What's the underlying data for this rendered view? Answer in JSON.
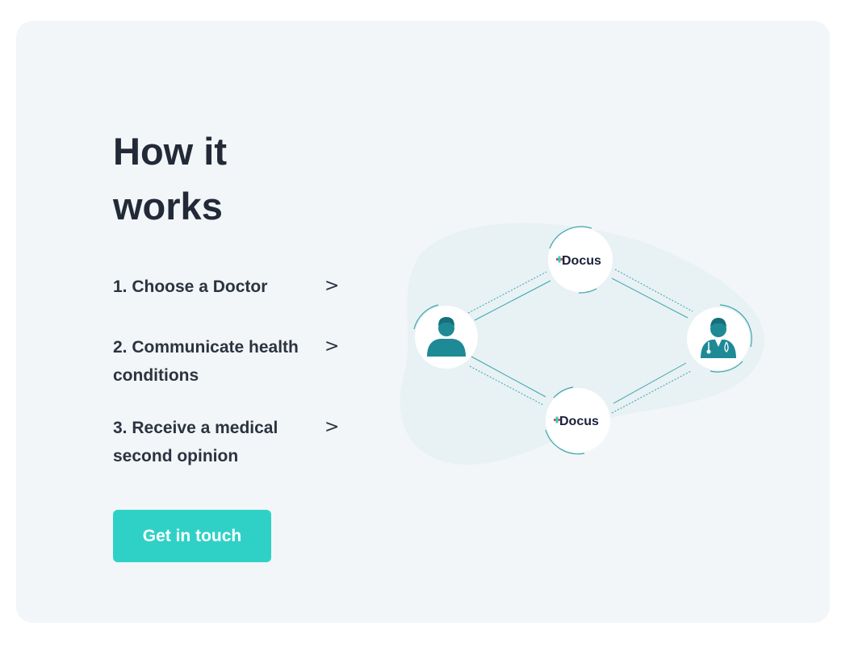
{
  "section": {
    "title": "How it works"
  },
  "steps": [
    {
      "label": "1. Choose a Doctor",
      "icon": "chevron-right-icon"
    },
    {
      "label": "2. Communicate health conditions",
      "icon": "chevron-right-icon"
    },
    {
      "label": "3. Receive a medical second opinion",
      "icon": "chevron-right-icon"
    }
  ],
  "cta": {
    "label": "Get in touch"
  },
  "diagram": {
    "brand_label": "Docus",
    "nodes": [
      "patient-icon",
      "docus-logo",
      "docus-logo",
      "doctor-icon"
    ]
  },
  "colors": {
    "card_bg": "#f2f6f8",
    "heading": "#222a38",
    "accent": "#2fd1c6",
    "icon_teal": "#1e8a96",
    "blob": "#e8f1f4"
  }
}
